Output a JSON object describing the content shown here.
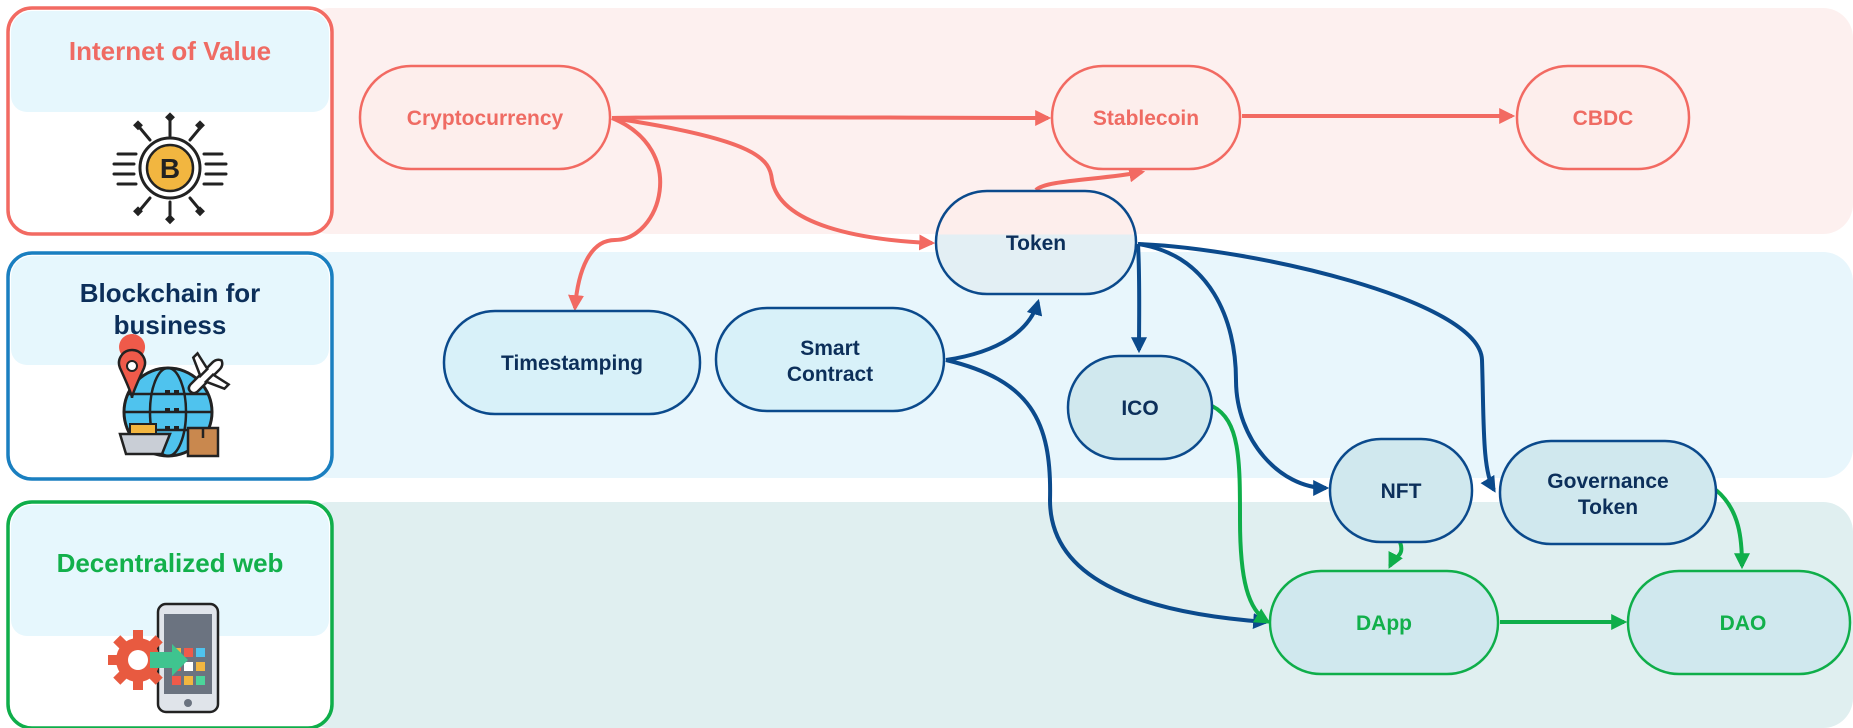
{
  "colors": {
    "red": "#f26a62",
    "red_text": "#ef6b63",
    "red_band": "#fdf0ef",
    "blue": "#0b4a8c",
    "blue_outline": "#1a7fc0",
    "blue_text": "#0c2f5a",
    "blue_band": "#e8f6fc",
    "green": "#0fae4a",
    "green_text": "#12b04b",
    "green_band": "#e0eff0",
    "title_tab": "#e6f7fd",
    "node_fill_cyan": "#d8f1f9",
    "node_fill_teal": "#d0e8ee",
    "node_fill_red": "#fdeeec"
  },
  "categories": [
    {
      "id": "internet-of-value",
      "title_lines": [
        "Internet of Value"
      ],
      "icon": "bitcoin-circuit-icon"
    },
    {
      "id": "blockchain-for-business",
      "title_lines": [
        "Blockchain for",
        "business"
      ],
      "icon": "globe-logistics-icon"
    },
    {
      "id": "decentralized-web",
      "title_lines": [
        "Decentralized web"
      ],
      "icon": "mobile-app-gear-icon"
    }
  ],
  "nodes": [
    {
      "id": "cryptocurrency",
      "lines": [
        "Cryptocurrency"
      ]
    },
    {
      "id": "stablecoin",
      "lines": [
        "Stablecoin"
      ]
    },
    {
      "id": "cbdc",
      "lines": [
        "CBDC"
      ]
    },
    {
      "id": "token",
      "lines": [
        "Token"
      ]
    },
    {
      "id": "timestamping",
      "lines": [
        "Timestamping"
      ]
    },
    {
      "id": "smart-contract",
      "lines": [
        "Smart",
        "Contract"
      ]
    },
    {
      "id": "ico",
      "lines": [
        "ICO"
      ]
    },
    {
      "id": "nft",
      "lines": [
        "NFT"
      ]
    },
    {
      "id": "governance-token",
      "lines": [
        "Governance",
        "Token"
      ]
    },
    {
      "id": "dapp",
      "lines": [
        "DApp"
      ]
    },
    {
      "id": "dao",
      "lines": [
        "DAO"
      ]
    }
  ],
  "edges": [
    {
      "from": "cryptocurrency",
      "to": "stablecoin",
      "color": "red"
    },
    {
      "from": "stablecoin",
      "to": "cbdc",
      "color": "red"
    },
    {
      "from": "cryptocurrency",
      "to": "timestamping",
      "color": "red"
    },
    {
      "from": "cryptocurrency",
      "to": "token",
      "color": "red"
    },
    {
      "from": "token",
      "to": "stablecoin",
      "color": "red"
    },
    {
      "from": "smart-contract",
      "to": "token",
      "color": "blue"
    },
    {
      "from": "smart-contract",
      "to": "dapp",
      "color": "blue"
    },
    {
      "from": "token",
      "to": "ico",
      "color": "blue"
    },
    {
      "from": "token",
      "to": "nft",
      "color": "blue"
    },
    {
      "from": "token",
      "to": "governance-token",
      "color": "blue"
    },
    {
      "from": "ico",
      "to": "dapp",
      "color": "green"
    },
    {
      "from": "nft",
      "to": "dapp",
      "color": "green"
    },
    {
      "from": "governance-token",
      "to": "dao",
      "color": "green"
    },
    {
      "from": "dapp",
      "to": "dao",
      "color": "green"
    }
  ]
}
